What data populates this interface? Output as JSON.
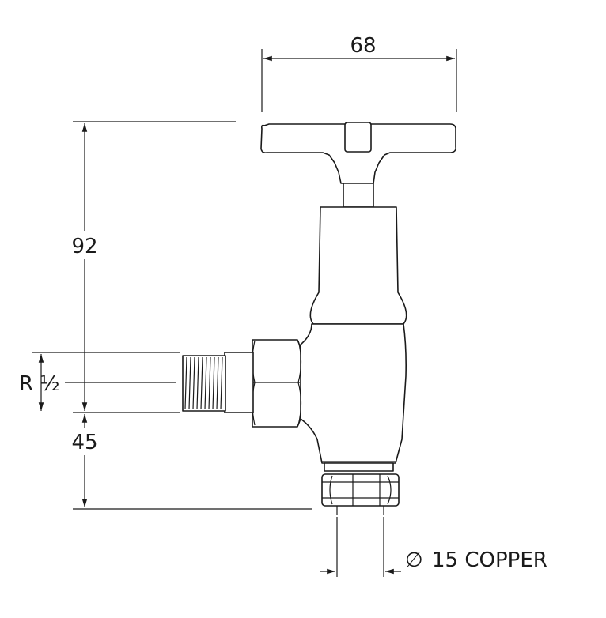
{
  "dimensions": {
    "width_label": "68",
    "height_upper_label": "92",
    "thread_label": "R ½",
    "height_lower_label": "45",
    "pipe_label": "15 COPPER"
  },
  "symbols": {
    "diameter": "∅"
  }
}
